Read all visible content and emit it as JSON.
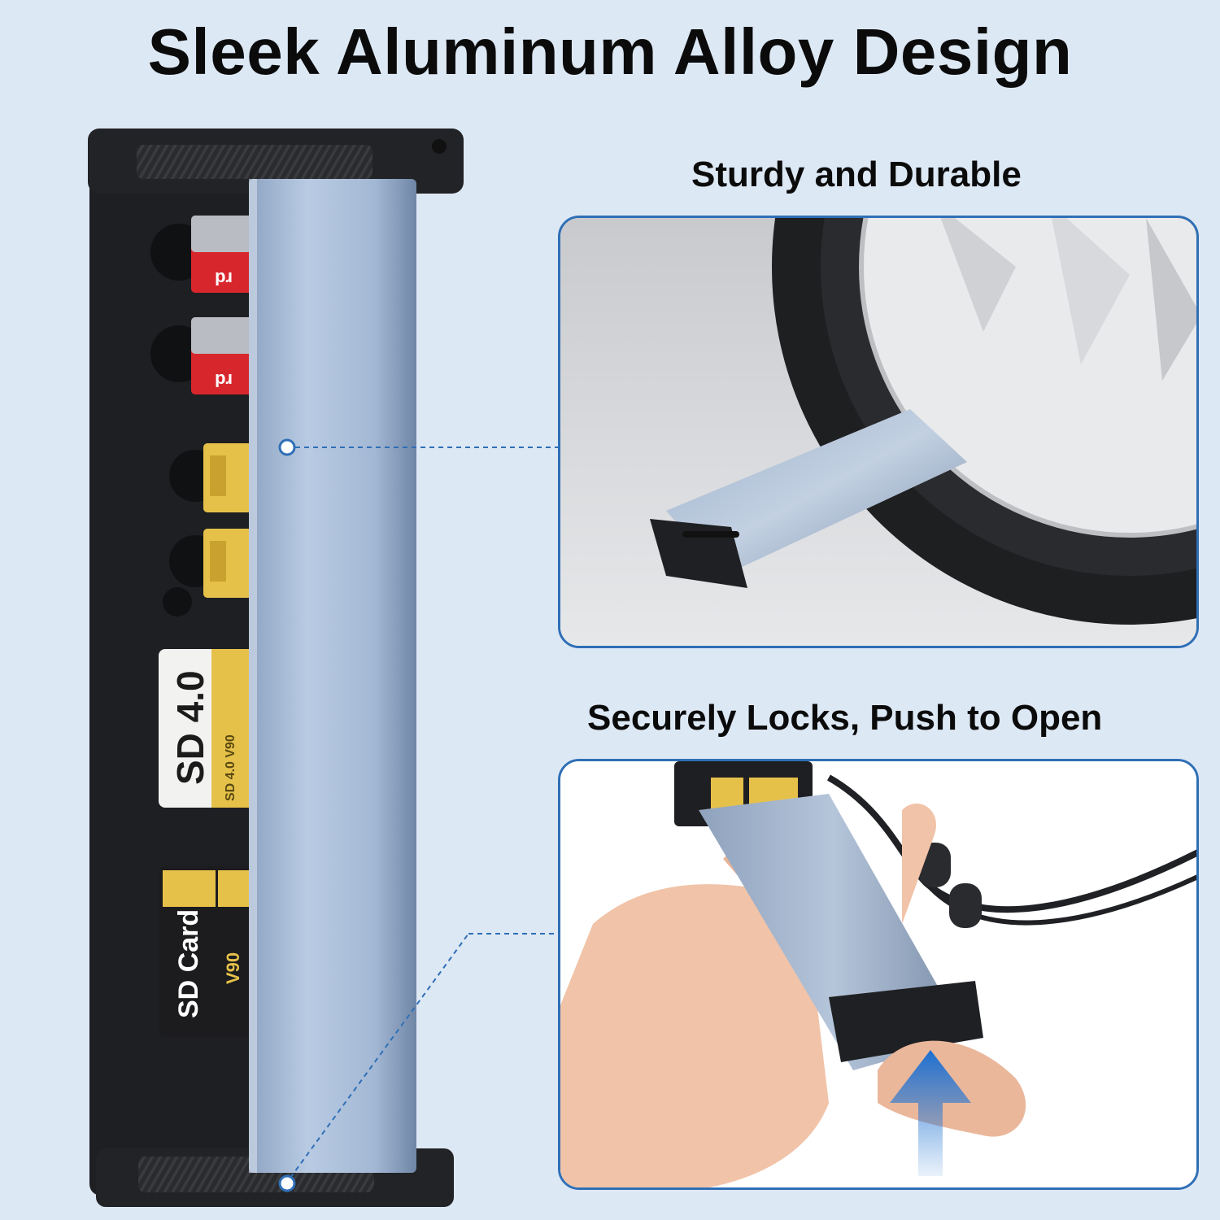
{
  "headline": "Sleek Aluminum Alloy Design",
  "sections": {
    "sturdy": {
      "title": "Sturdy and Durable"
    },
    "locks": {
      "title": "Securely Locks, Push to Open"
    }
  },
  "cards": {
    "microsd_1": {
      "brand": "rd"
    },
    "microsd_2": {
      "brand": "rd"
    },
    "sd_top": {
      "big": "SD 4.0",
      "small": "SD 4.0 V90"
    },
    "sd_bottom": {
      "big": "SD Card",
      "class": "V90"
    }
  },
  "colors": {
    "background": "#dde8f5",
    "accent_blue": "#2f6fb6",
    "aluminum": "#a9bdd6",
    "case_black": "#1e1f22",
    "card_gold": "#e6c14a",
    "card_red": "#d8262d"
  },
  "icons": [
    "tire-icon",
    "arrow-up-icon",
    "hand-icon",
    "lanyard-icon"
  ]
}
